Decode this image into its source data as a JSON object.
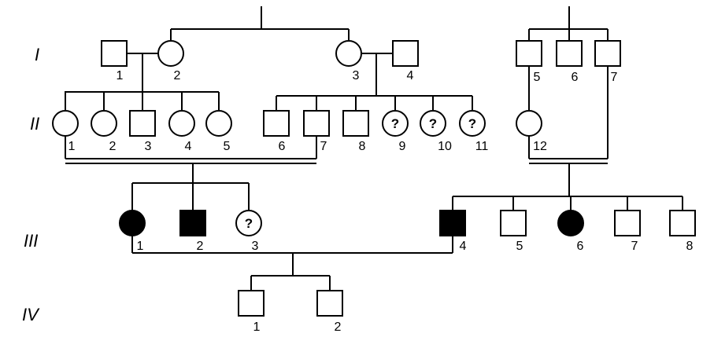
{
  "diagram": {
    "generation_labels": [
      "I",
      "II",
      "III",
      "IV"
    ],
    "individuals": [
      {
        "id": "I-1",
        "number": "1",
        "sex": "male",
        "affected": false
      },
      {
        "id": "I-2",
        "number": "2",
        "sex": "female",
        "affected": false
      },
      {
        "id": "I-3",
        "number": "3",
        "sex": "female",
        "affected": false
      },
      {
        "id": "I-4",
        "number": "4",
        "sex": "male",
        "affected": false
      },
      {
        "id": "I-5",
        "number": "5",
        "sex": "male",
        "affected": false
      },
      {
        "id": "I-6",
        "number": "6",
        "sex": "male",
        "affected": false
      },
      {
        "id": "I-7",
        "number": "7",
        "sex": "male",
        "affected": false
      },
      {
        "id": "II-1",
        "number": "1",
        "sex": "female",
        "affected": false
      },
      {
        "id": "II-2",
        "number": "2",
        "sex": "female",
        "affected": false
      },
      {
        "id": "II-3",
        "number": "3",
        "sex": "male",
        "affected": false
      },
      {
        "id": "II-4",
        "number": "4",
        "sex": "female",
        "affected": false
      },
      {
        "id": "II-5",
        "number": "5",
        "sex": "female",
        "affected": false
      },
      {
        "id": "II-6",
        "number": "6",
        "sex": "male",
        "affected": false
      },
      {
        "id": "II-7",
        "number": "7",
        "sex": "male",
        "affected": false
      },
      {
        "id": "II-8",
        "number": "8",
        "sex": "male",
        "affected": false
      },
      {
        "id": "II-9",
        "number": "9",
        "sex": "female",
        "affected": false,
        "mark": "?"
      },
      {
        "id": "II-10",
        "number": "10",
        "sex": "female",
        "affected": false,
        "mark": "?"
      },
      {
        "id": "II-11",
        "number": "11",
        "sex": "female",
        "affected": false,
        "mark": "?"
      },
      {
        "id": "II-12",
        "number": "12",
        "sex": "female",
        "affected": false
      },
      {
        "id": "III-1",
        "number": "1",
        "sex": "female",
        "affected": true
      },
      {
        "id": "III-2",
        "number": "2",
        "sex": "male",
        "affected": true
      },
      {
        "id": "III-3",
        "number": "3",
        "sex": "female",
        "affected": false,
        "mark": "?"
      },
      {
        "id": "III-4",
        "number": "4",
        "sex": "male",
        "affected": true
      },
      {
        "id": "III-5",
        "number": "5",
        "sex": "male",
        "affected": false
      },
      {
        "id": "III-6",
        "number": "6",
        "sex": "female",
        "affected": true
      },
      {
        "id": "III-7",
        "number": "7",
        "sex": "male",
        "affected": false
      },
      {
        "id": "III-8",
        "number": "8",
        "sex": "male",
        "affected": false
      },
      {
        "id": "IV-1",
        "number": "1",
        "sex": "male",
        "affected": false
      },
      {
        "id": "IV-2",
        "number": "2",
        "sex": "male",
        "affected": false
      }
    ]
  },
  "colors": {
    "affected": "#000000",
    "unaffected": "#ffffff",
    "line": "#000000"
  }
}
